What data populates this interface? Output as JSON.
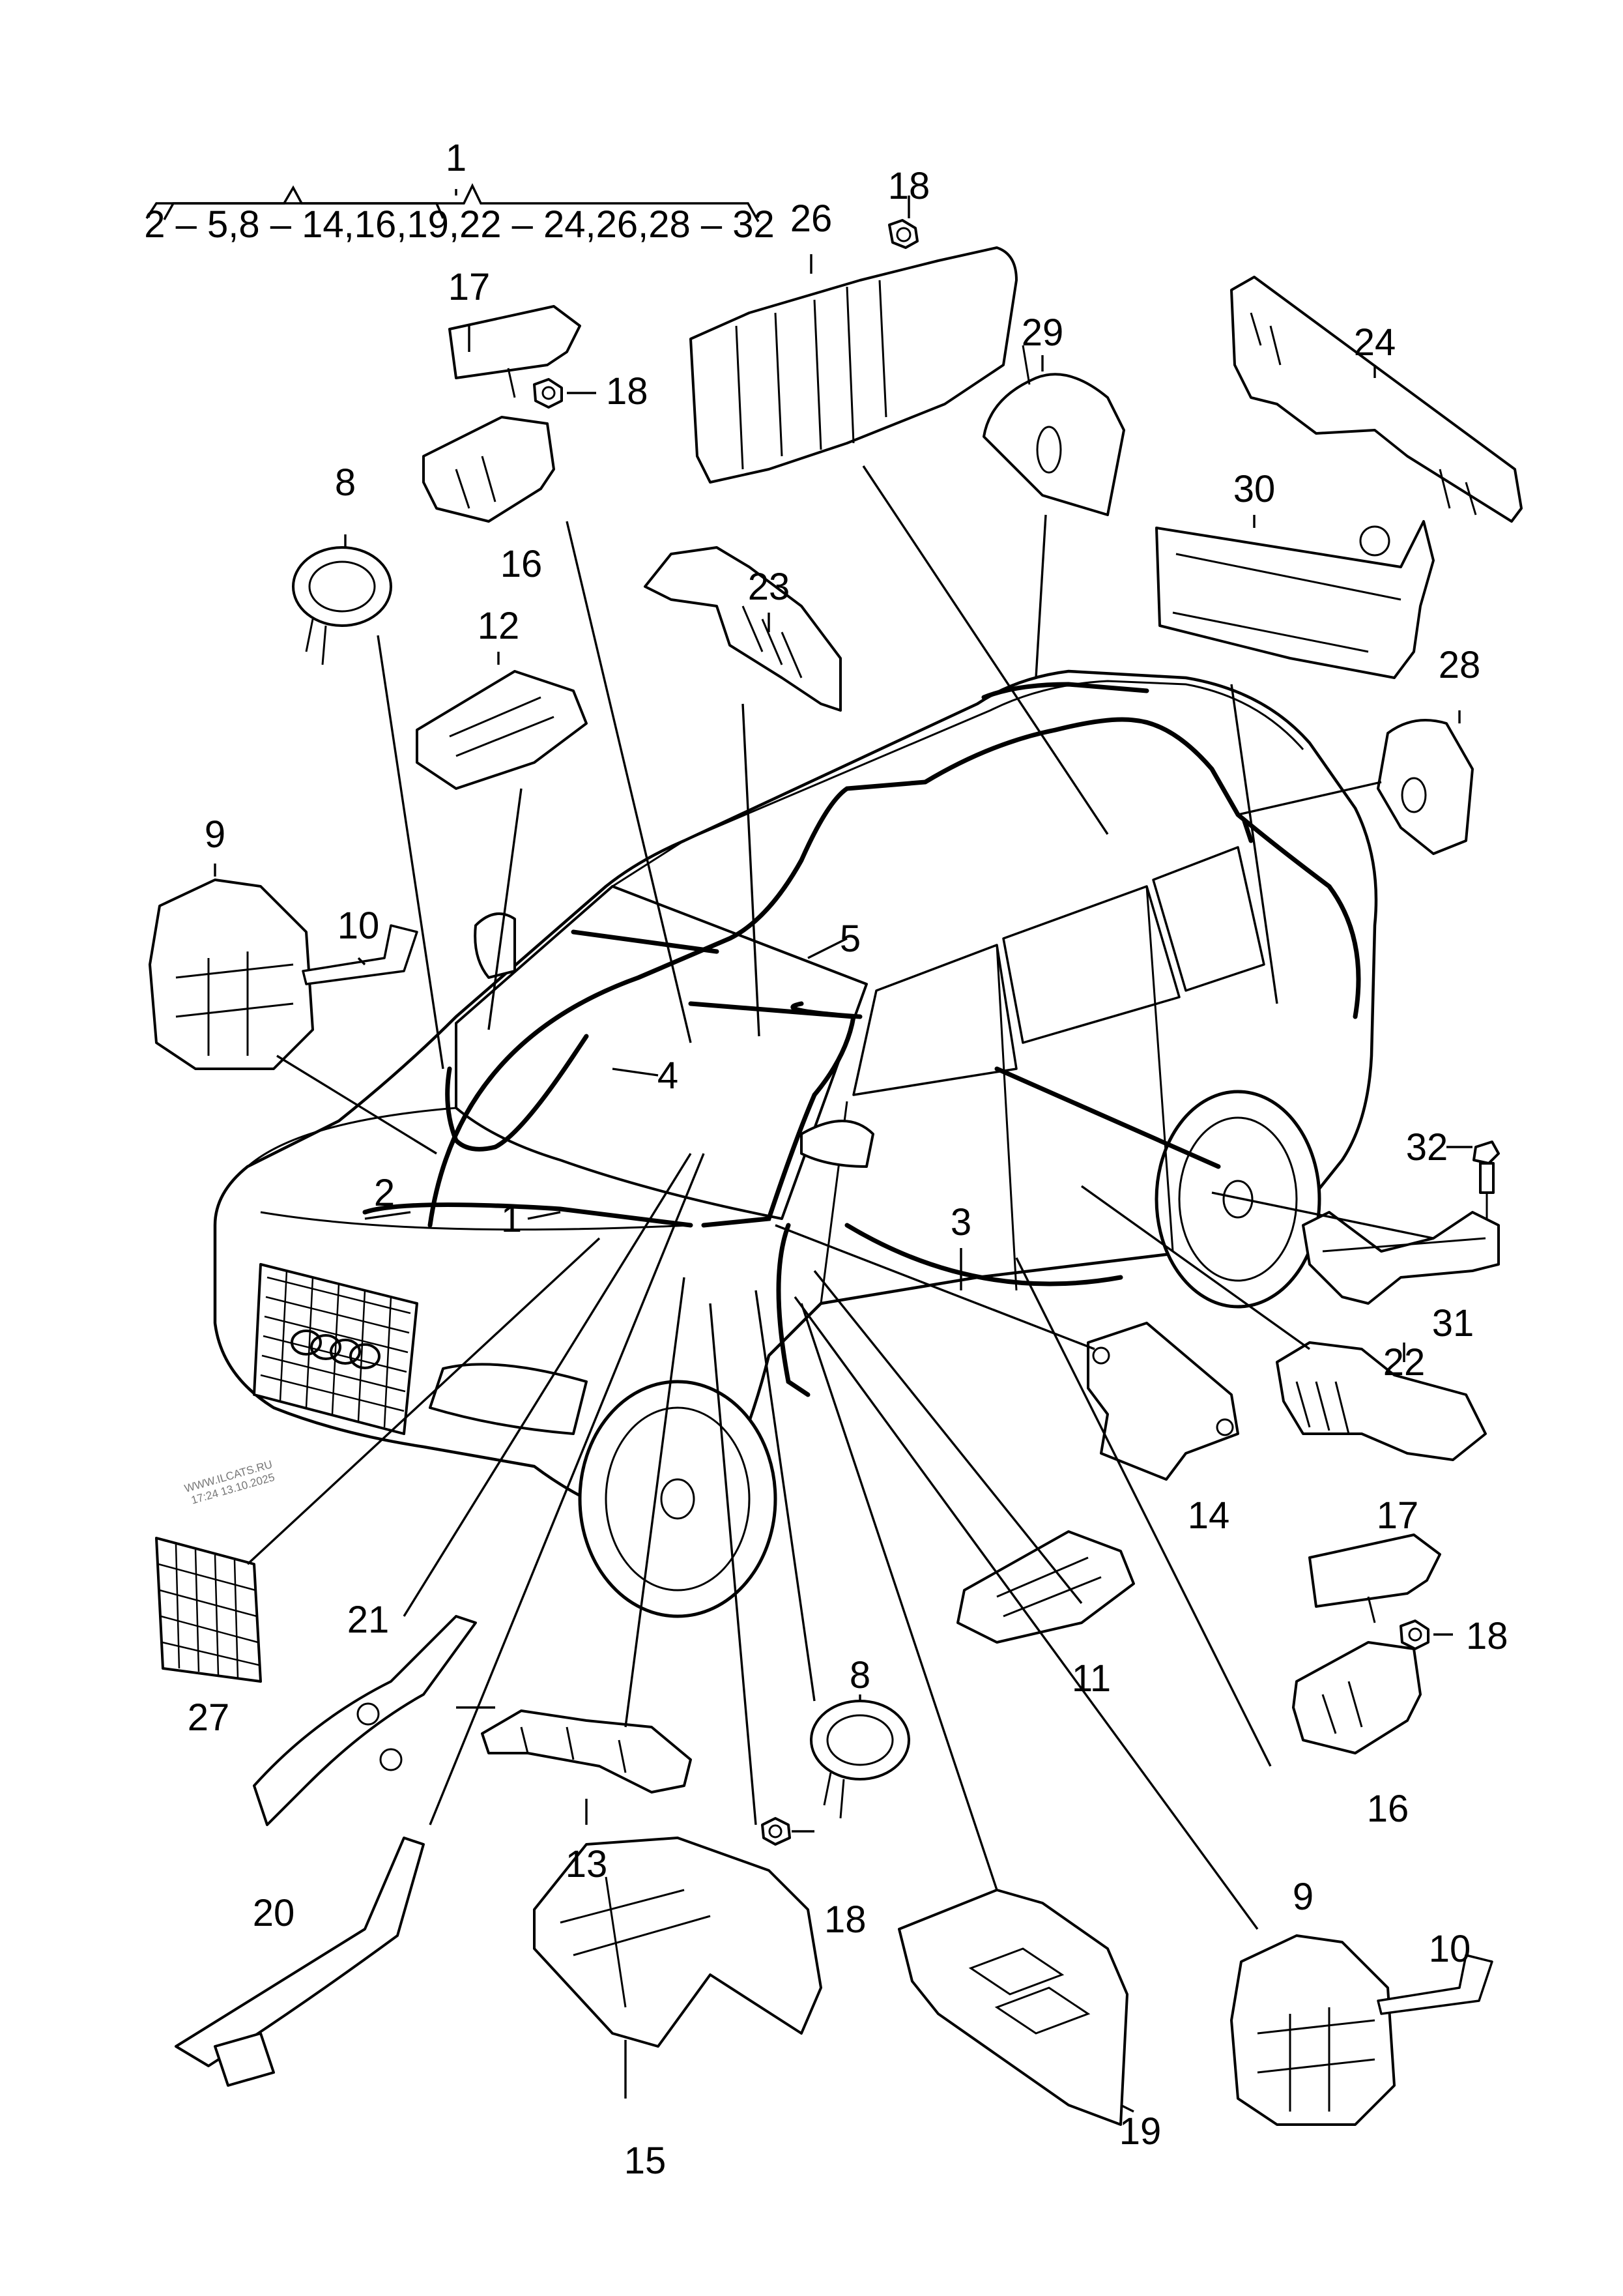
{
  "diagram": {
    "header": {
      "main_part": "1",
      "includes": "2 – 5,8 – 14,16,19,22 – 24,26,28 – 32"
    },
    "labels": [
      {
        "id": "l2",
        "text": "2"
      },
      {
        "id": "l1b",
        "text": "1"
      },
      {
        "id": "l3",
        "text": "3"
      },
      {
        "id": "l4",
        "text": "4"
      },
      {
        "id": "l5",
        "text": "5"
      },
      {
        "id": "l8a",
        "text": "8"
      },
      {
        "id": "l8b",
        "text": "8"
      },
      {
        "id": "l9a",
        "text": "9"
      },
      {
        "id": "l9b",
        "text": "9"
      },
      {
        "id": "l10a",
        "text": "10"
      },
      {
        "id": "l10b",
        "text": "10"
      },
      {
        "id": "l11",
        "text": "11"
      },
      {
        "id": "l12",
        "text": "12"
      },
      {
        "id": "l13",
        "text": "13"
      },
      {
        "id": "l14",
        "text": "14"
      },
      {
        "id": "l15",
        "text": "15"
      },
      {
        "id": "l16a",
        "text": "16"
      },
      {
        "id": "l16b",
        "text": "16"
      },
      {
        "id": "l17a",
        "text": "17"
      },
      {
        "id": "l17b",
        "text": "17"
      },
      {
        "id": "l18a",
        "text": "18"
      },
      {
        "id": "l18b",
        "text": "18"
      },
      {
        "id": "l18c",
        "text": "18"
      },
      {
        "id": "l18d",
        "text": "18"
      },
      {
        "id": "l19",
        "text": "19"
      },
      {
        "id": "l20",
        "text": "20"
      },
      {
        "id": "l21",
        "text": "21"
      },
      {
        "id": "l22",
        "text": "22"
      },
      {
        "id": "l23",
        "text": "23"
      },
      {
        "id": "l24",
        "text": "24"
      },
      {
        "id": "l26",
        "text": "26"
      },
      {
        "id": "l27",
        "text": "27"
      },
      {
        "id": "l28",
        "text": "28"
      },
      {
        "id": "l29",
        "text": "29"
      },
      {
        "id": "l30",
        "text": "30"
      },
      {
        "id": "l31",
        "text": "31"
      },
      {
        "id": "l32",
        "text": "32"
      }
    ],
    "watermark": {
      "site": "WWW.ILCATS.RU",
      "timestamp": "17:24 13.10.2025"
    }
  }
}
